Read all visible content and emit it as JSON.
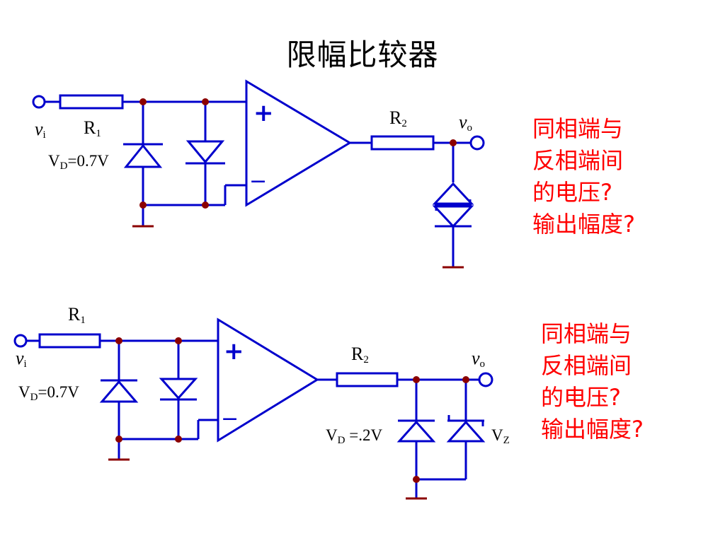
{
  "title": "限幅比较器",
  "colors": {
    "wire": "#0000cc",
    "node": "#8b0000",
    "ground": "#8b0000",
    "question": "#ff0000"
  },
  "circuit1": {
    "input": {
      "v": "v",
      "sub": "i"
    },
    "r1": {
      "name": "R",
      "sub": "1"
    },
    "r2": {
      "name": "R",
      "sub": "2"
    },
    "output": {
      "v": "v",
      "sub": "o"
    },
    "vd": {
      "pre": "V",
      "sub": "D",
      "post": "=0.7V"
    },
    "plus": "+",
    "minus": "−",
    "question": [
      "同相端与",
      "反相端间",
      "的电压?",
      "输出幅度?"
    ]
  },
  "circuit2": {
    "input": {
      "v": "v",
      "sub": "i"
    },
    "r1": {
      "name": "R",
      "sub": "1"
    },
    "r2": {
      "name": "R",
      "sub": "2"
    },
    "output": {
      "v": "v",
      "sub": "o"
    },
    "vd_in": {
      "pre": "V",
      "sub": "D",
      "post": "=0.7V"
    },
    "vd_out": {
      "pre": "V",
      "sub": "D",
      "post": " =.2V"
    },
    "vz": {
      "pre": "V",
      "sub": "Z"
    },
    "plus": "+",
    "minus": "−",
    "question": [
      "同相端与",
      "反相端间",
      "的电压?",
      "输出幅度?"
    ]
  }
}
